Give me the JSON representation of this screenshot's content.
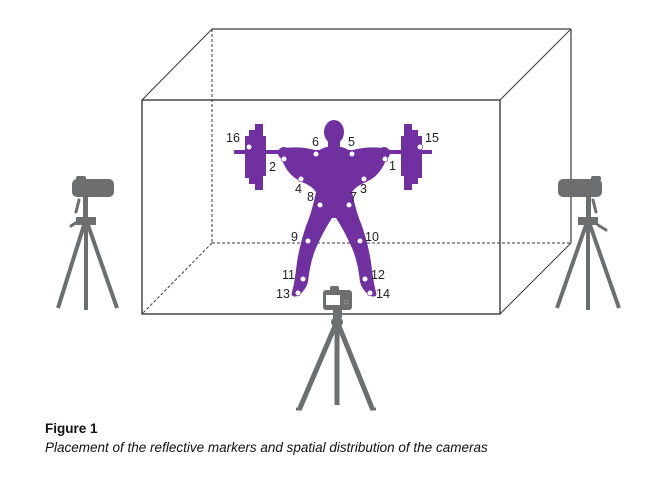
{
  "figure": {
    "title": "Figure 1",
    "caption": "Placement of the reflective markers and spatial distribution of the cameras"
  },
  "colors": {
    "athlete": "#7030a0",
    "camera": "#6d6e70",
    "box_line": "#3a3a3a",
    "marker": "#ffffff"
  },
  "markers": [
    {
      "id": "1",
      "label": "1"
    },
    {
      "id": "2",
      "label": "2"
    },
    {
      "id": "3",
      "label": "3"
    },
    {
      "id": "4",
      "label": "4"
    },
    {
      "id": "5",
      "label": "5"
    },
    {
      "id": "6",
      "label": "6"
    },
    {
      "id": "7",
      "label": "7"
    },
    {
      "id": "8",
      "label": "8"
    },
    {
      "id": "9",
      "label": "9"
    },
    {
      "id": "10",
      "label": "10"
    },
    {
      "id": "11",
      "label": "11"
    },
    {
      "id": "12",
      "label": "12"
    },
    {
      "id": "13",
      "label": "13"
    },
    {
      "id": "14",
      "label": "14"
    },
    {
      "id": "15",
      "label": "15"
    },
    {
      "id": "16",
      "label": "16"
    }
  ],
  "cameras": [
    {
      "position": "left"
    },
    {
      "position": "front"
    },
    {
      "position": "right"
    }
  ]
}
